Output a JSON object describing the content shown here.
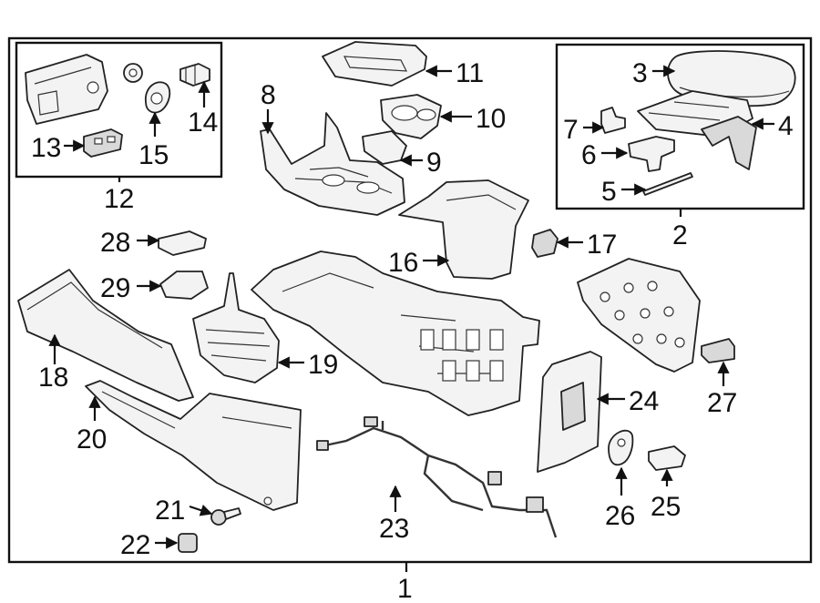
{
  "callouts": {
    "c1": "1",
    "c2": "2",
    "c3": "3",
    "c4": "4",
    "c5": "5",
    "c6": "6",
    "c7": "7",
    "c8": "8",
    "c9": "9",
    "c10": "10",
    "c11": "11",
    "c12": "12",
    "c13": "13",
    "c14": "14",
    "c15": "15",
    "c16": "16",
    "c17": "17",
    "c18": "18",
    "c19": "19",
    "c20": "20",
    "c21": "21",
    "c22": "22",
    "c23": "23",
    "c24": "24",
    "c25": "25",
    "c26": "26",
    "c27": "27",
    "c28": "28",
    "c29": "29"
  },
  "colors": {
    "line": "#111111",
    "part_fill": "#f3f3f3",
    "part_shade": "#d9d9d9",
    "background": "#ffffff"
  }
}
